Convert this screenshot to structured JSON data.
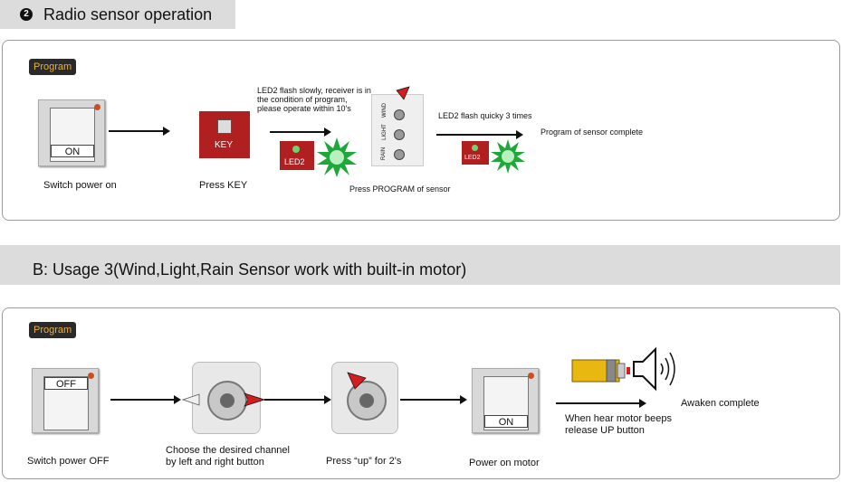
{
  "section1": {
    "number": "2",
    "title": "Radio sensor operation",
    "badge": "Program",
    "switch_label": "ON",
    "step1_caption": "Switch power on",
    "key_label": "KEY",
    "step2_caption": "Press  KEY",
    "led_note_line1": "LED2 flash slowly, receiver is in",
    "led_note_line2": " the condition of program,",
    "led_note_line3": "please operate within 10's",
    "led_label": "LED2",
    "sensor_label_wind": "WIND",
    "sensor_label_light": "LIGHT",
    "sensor_label_rain": "RAIN",
    "step3_caption": "Press  PROGRAM of sensor",
    "led_note2": "LED2 flash quicky 3 times",
    "led_label2": "LED2",
    "complete_caption": "Program of sensor complete"
  },
  "section2": {
    "title": "B: Usage 3(Wind,Light,Rain Sensor work with  built-in motor)",
    "badge": "Program",
    "switch_label_off": "OFF",
    "step1_caption": "Switch power OFF",
    "step2_caption_line1": "Choose the desired channel",
    "step2_caption_line2": "by left and right button",
    "step3_caption": "Press “up” for 2's",
    "switch_label_on": "ON",
    "step4_caption": "Power on motor",
    "beep_line1": "When hear motor beeps",
    "beep_line2": "release UP button",
    "complete_caption": "Awaken complete"
  },
  "colors": {
    "led_green": "#1fa83a",
    "key_red": "#b02020",
    "badge_text": "#f0b030",
    "motor_yellow": "#e8b810"
  }
}
